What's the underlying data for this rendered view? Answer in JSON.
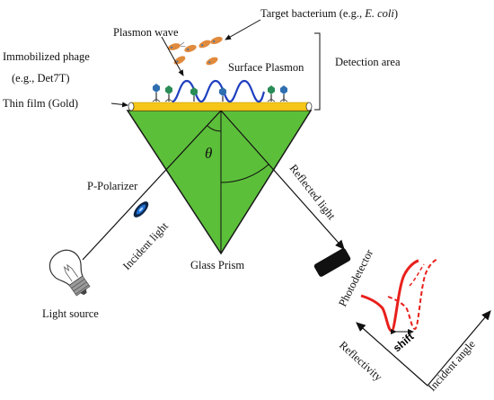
{
  "labels": {
    "target_bacterium_prefix": "Target bacterium (e.g., ",
    "target_bacterium_italic": "E. coli",
    "target_bacterium_suffix": ")",
    "plasmon_wave": "Plasmon wave",
    "immobilized_phage_line1": "Immobilized phage",
    "immobilized_phage_line2": "(e.g., Det7T)",
    "thin_film": "Thin film (Gold)",
    "surface_plasmon": "Surface Plasmon",
    "detection_area": "Detection area",
    "theta": "θ",
    "p_polarizer": "P-Polarizer",
    "reflected_light": "Reflected light",
    "incident_light": "Incident light",
    "glass_prism": "Glass Prism",
    "light_source": "Light source",
    "photodetector": "Photodetector",
    "shift": "shift",
    "reflectivity": "Reflectivity",
    "incident_angle": "Incident angle"
  },
  "colors": {
    "prism": "#5cbf3a",
    "prism_stroke": "#1a1a1a",
    "gold_film": "#f5c518",
    "plasmon_wave": "#1e3fbf",
    "curve": "#e8201c",
    "bacteria": "#e08a3c",
    "bacteria_dot": "#2f6fb0",
    "polarizer": "#1f6fd1",
    "detector": "#111111"
  },
  "icons": {
    "light_source": "light-bulb-icon",
    "polarizer": "polarizer-lens-icon",
    "photodetector": "photodetector-icon",
    "bacterium": "bacterium-icon",
    "phage": "phage-icon"
  }
}
